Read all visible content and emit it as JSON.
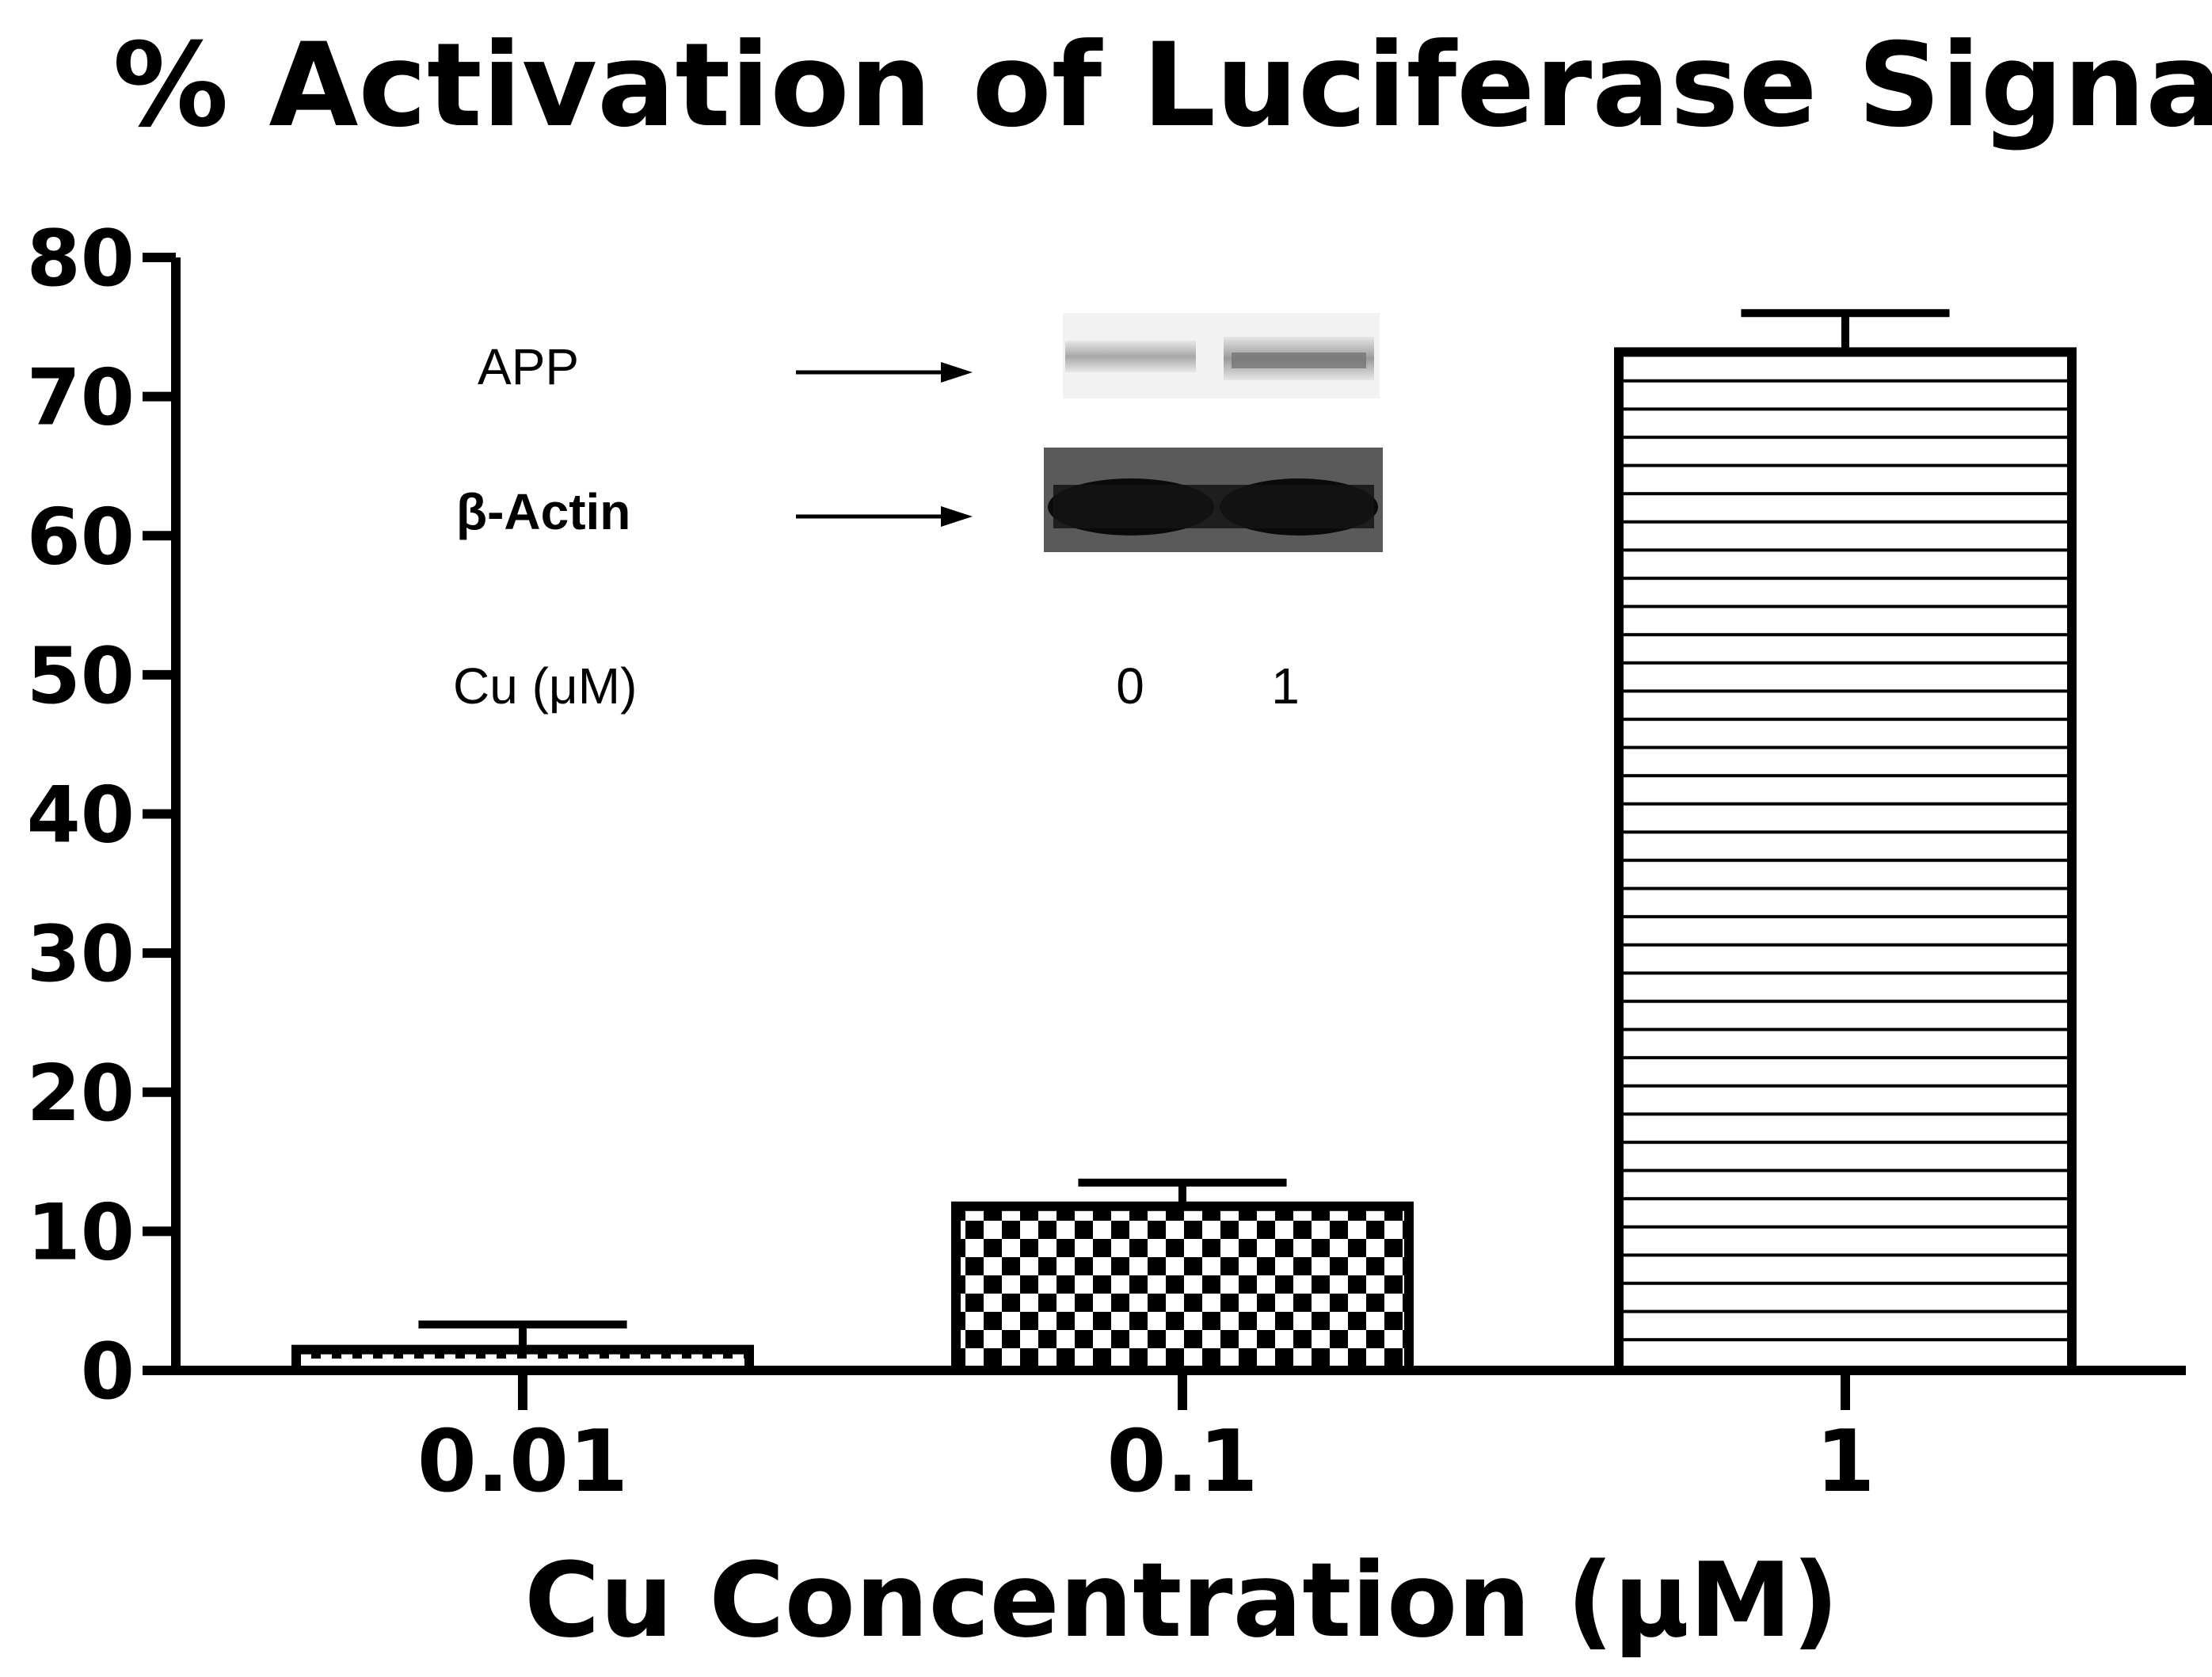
{
  "chart_data": {
    "type": "bar",
    "title": "% Activation of Luciferase Signal",
    "xlabel": "Cu Concentration (μM)",
    "ylabel": "",
    "categories": [
      "0.01",
      "0.1",
      "1"
    ],
    "values": [
      1.5,
      11.8,
      73.2
    ],
    "error_upper": [
      3.3,
      13.5,
      76.0
    ],
    "bar_patterns": [
      "dotted",
      "checkerboard",
      "horizontal-lines"
    ],
    "ylim": [
      0,
      80
    ],
    "yticks": [
      "0",
      "10",
      "20",
      "30",
      "40",
      "50",
      "60",
      "70",
      "80"
    ],
    "grid": false,
    "legend": "none",
    "colors": {
      "ink": "#000000",
      "background": "#ffffff"
    },
    "inset": {
      "band_labels": [
        "APP",
        "β-Actin"
      ],
      "condition_label": "Cu (μM)",
      "lanes": [
        "0",
        "1"
      ]
    }
  }
}
